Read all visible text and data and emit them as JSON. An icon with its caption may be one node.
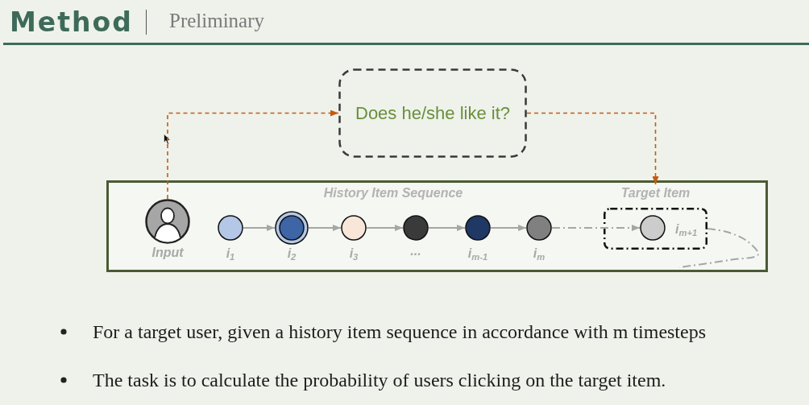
{
  "diagram": {
    "title": "Method",
    "nodes": [
      {
        "text": [
          "Does he/she like it?"
        ]
      },
      {
        "text": [],
        "shape": "box"
      },
      {
        "text": [
          "Input"
        ],
        "in": 1
      },
      {
        "text": [
          "i$_{1}$"
        ],
        "in": 1
      },
      {
        "text": [
          "i$_{2}$"
        ],
        "in": 1
      },
      {
        "text": [
          "i$_{3}$"
        ],
        "in": 1
      },
      {
        "text": [
          "..."
        ],
        "in": 1
      },
      {
        "text": [
          "i$_{m-1}$"
        ],
        "in": 1
      },
      {
        "text": [
          "i$_{m}$"
        ],
        "in": 1
      },
      {
        "text": [
          "Target Item"
        ],
        "in": 1
      },
      {
        "text": [
          "i$_{m+1}$"
        ],
        "in": 9
      }
    ],
    "edges": [
      {
        "from": 2,
        "to": 0,
        "arrow": "to",
        "style": "dashed",
        "color": "#c55a11"
      },
      {
        "from": 0,
        "to": 9,
        "arrow": "to",
        "style": "dashed",
        "color": "#c55a11"
      },
      {
        "from": 3,
        "to": 4,
        "arrow": "to"
      },
      {
        "from": 4,
        "to": 5,
        "arrow": "to"
      },
      {
        "from": 5,
        "to": 6,
        "arrow": "to"
      },
      {
        "from": 6,
        "to": 7,
        "arrow": "to"
      },
      {
        "from": 7,
        "to": 8,
        "arrow": "to"
      },
      {
        "from": 8,
        "to": 10,
        "arrow": "to",
        "style": "dashed"
      },
      {
        "from": 9,
        "to": null,
        "arrow": "none",
        "style": "dashed"
      }
    ],
    "labels": [
      "Preliminary",
      "History Item Sequence",
      "For a target user, given a history item sequence in accordance with m timesteps",
      "The task is to calculate the probability of users clicking on the target item."
    ]
  }
}
